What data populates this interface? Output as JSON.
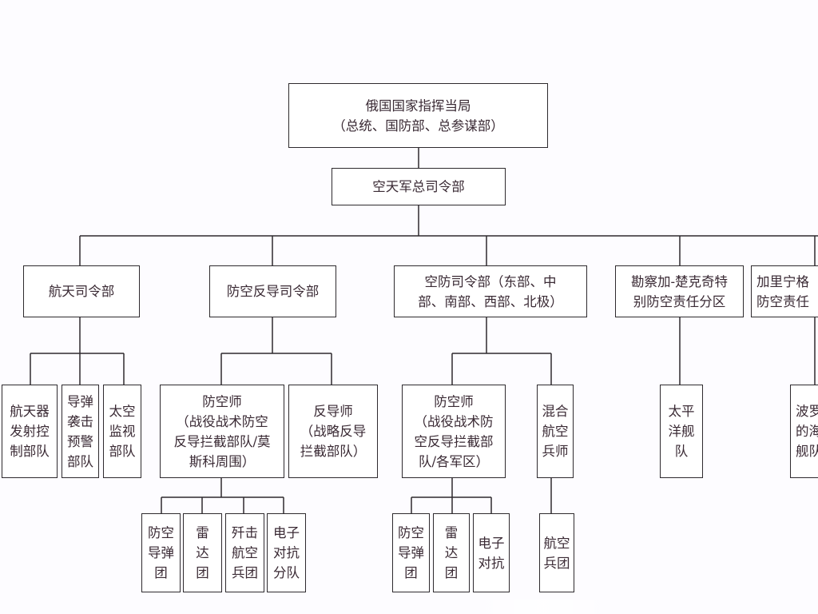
{
  "title": "Russian Aerospace Forces organization chart",
  "nodes": [
    {
      "id": "national-command",
      "lines": [
        "俄国国家指挥当局",
        "（总统、国防部、总参谋部）"
      ]
    },
    {
      "id": "aerospace-forces-hq",
      "lines": [
        "空天军总司令部"
      ]
    },
    {
      "id": "space-command",
      "lines": [
        "航天司令部"
      ]
    },
    {
      "id": "air-missile-defense-command",
      "lines": [
        "防空反导司令部"
      ]
    },
    {
      "id": "air-defense-command",
      "lines": [
        "空防司令部（东部、中",
        "部、南部、西部、北极）"
      ]
    },
    {
      "id": "kamchatka-chukotka-zone",
      "lines": [
        "勘察加-楚克奇特",
        "别防空责任分区"
      ]
    },
    {
      "id": "kaliningrad-zone",
      "lines": [
        "加里宁格",
        "防空责任"
      ]
    },
    {
      "id": "spacecraft-launch-control",
      "lines": [
        "航天器",
        "发射控",
        "制部队"
      ]
    },
    {
      "id": "missile-attack-warning",
      "lines": [
        "导弹",
        "袭击",
        "预警",
        "部队"
      ]
    },
    {
      "id": "space-surveillance",
      "lines": [
        "太空",
        "监视",
        "部队"
      ]
    },
    {
      "id": "air-defense-division-moscow",
      "lines": [
        "防空师",
        "（战役战术防空",
        "反导拦截部队/莫",
        "斯科周围）"
      ]
    },
    {
      "id": "missile-defense-division",
      "lines": [
        "反导师",
        "（战略反导",
        "拦截部队）"
      ]
    },
    {
      "id": "air-defense-division-districts",
      "lines": [
        "防空师",
        "（战役战术防",
        "空反导拦截部",
        "队/各军区）"
      ]
    },
    {
      "id": "mixed-aviation-division",
      "lines": [
        "混合",
        "航空",
        "兵师"
      ]
    },
    {
      "id": "pacific-fleet",
      "lines": [
        "太平",
        "洋舰",
        "队"
      ]
    },
    {
      "id": "baltic-fleet",
      "lines": [
        "波罗",
        "的海",
        "舰队"
      ]
    },
    {
      "id": "sam-regiment-1",
      "lines": [
        "防空",
        "导弹",
        "团"
      ]
    },
    {
      "id": "radar-regiment-1",
      "lines": [
        "雷",
        "达",
        "团"
      ]
    },
    {
      "id": "fighter-aviation-regiment",
      "lines": [
        "歼击",
        "航空",
        "兵团"
      ]
    },
    {
      "id": "ew-detachment-1",
      "lines": [
        "电子",
        "对抗",
        "分队"
      ]
    },
    {
      "id": "sam-regiment-2",
      "lines": [
        "防空",
        "导弹",
        "团"
      ]
    },
    {
      "id": "radar-regiment-2",
      "lines": [
        "雷",
        "达",
        "团"
      ]
    },
    {
      "id": "ew-detachment-2",
      "lines": [
        "电子",
        "对抗"
      ]
    },
    {
      "id": "aviation-regiment",
      "lines": [
        "航空",
        "兵团"
      ]
    }
  ]
}
